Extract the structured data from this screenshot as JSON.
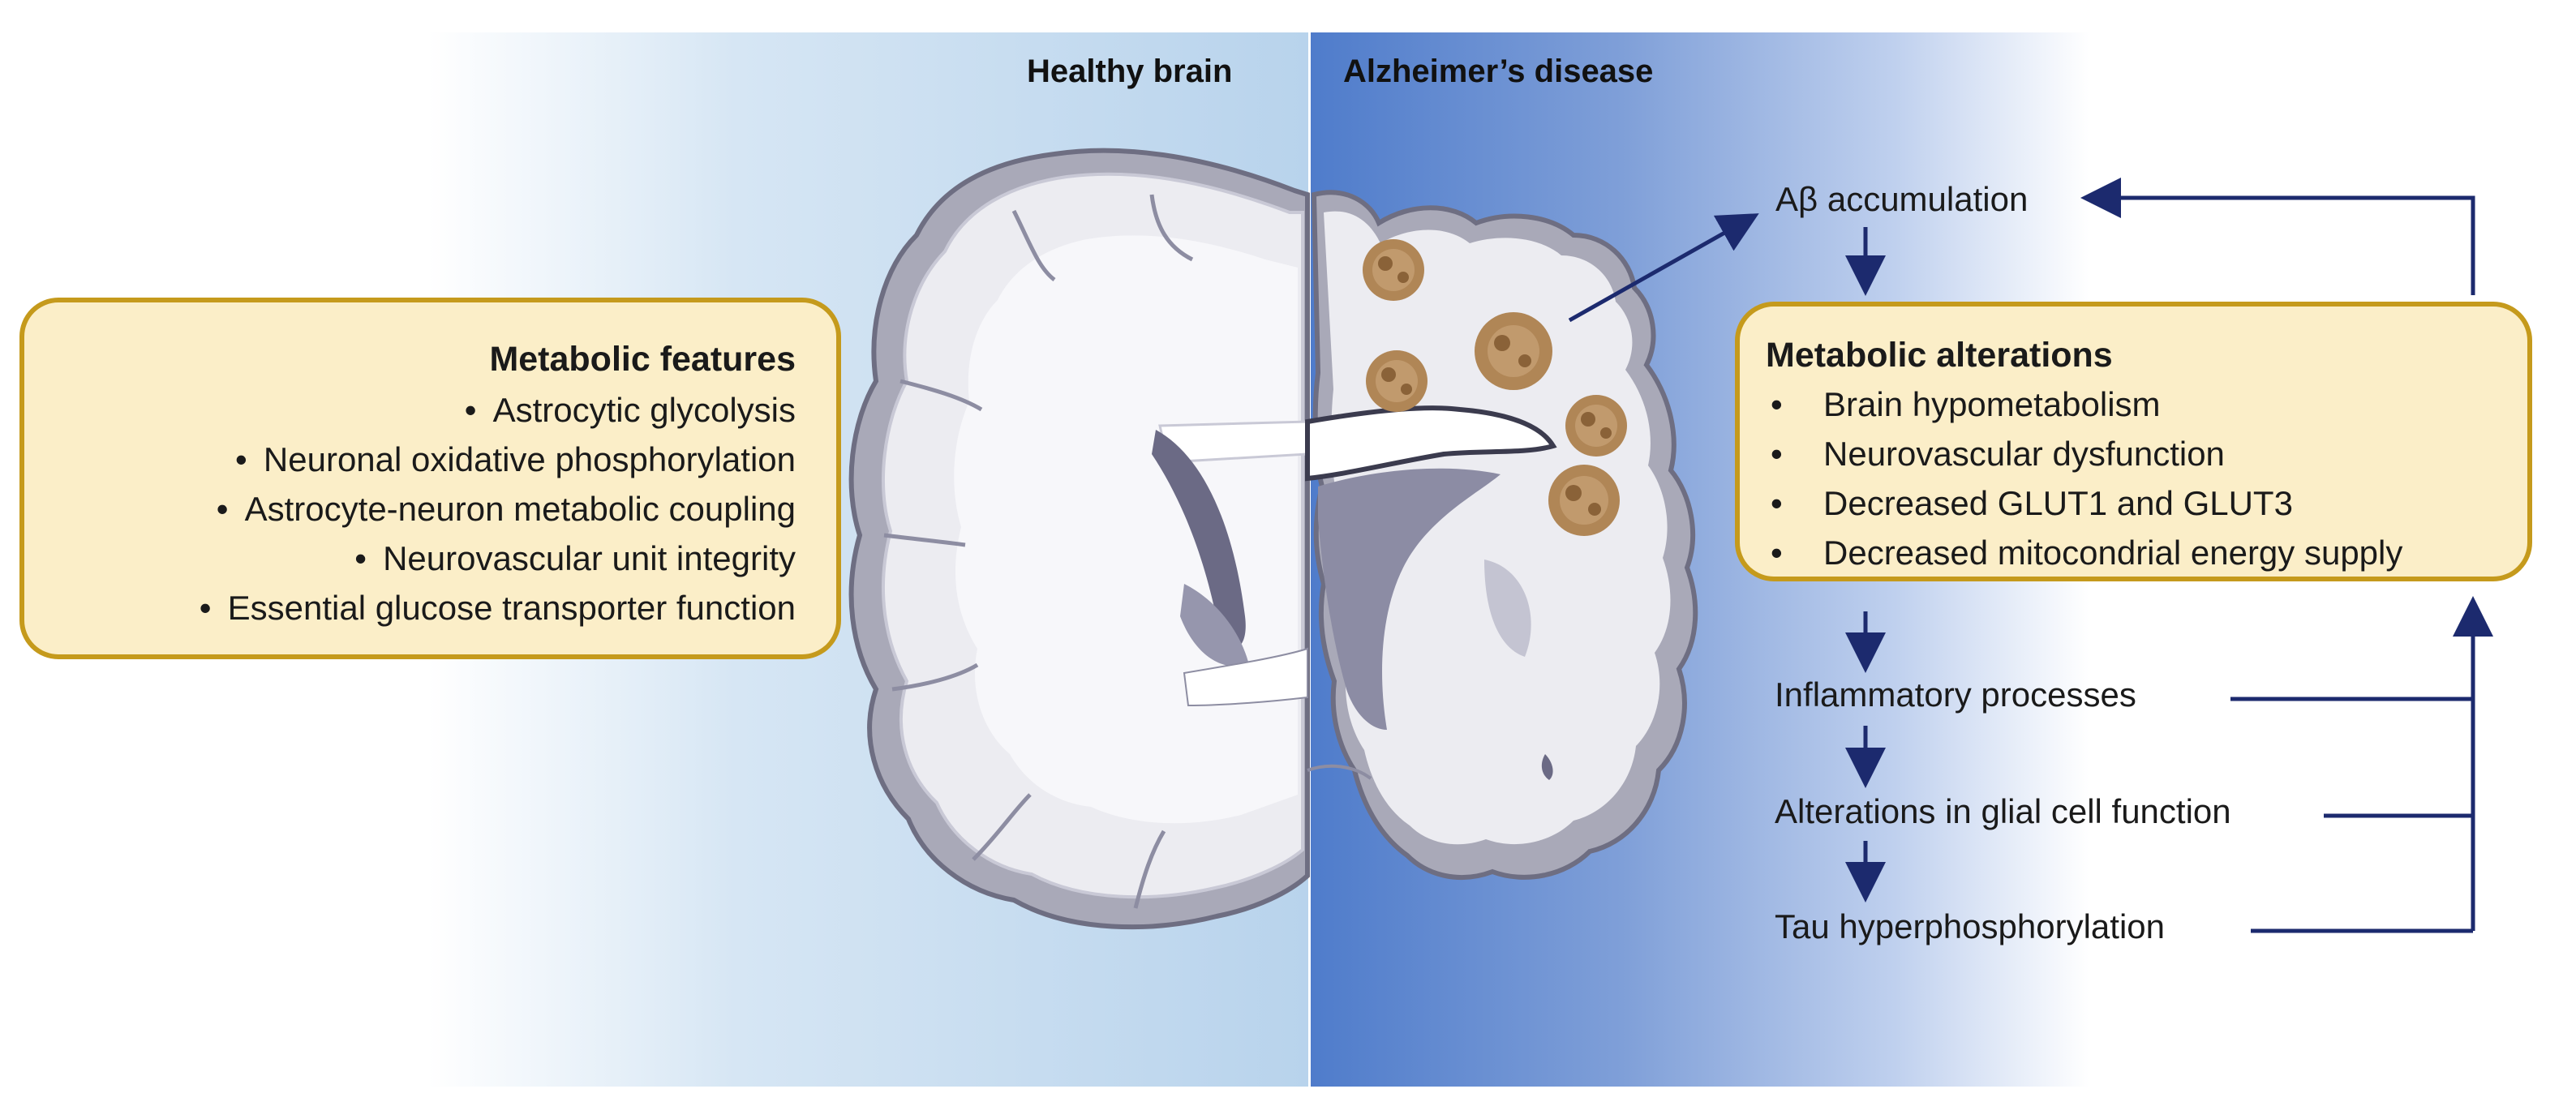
{
  "headings": {
    "healthy": "Healthy brain",
    "alzheimers": "Alzheimer’s disease"
  },
  "left_box": {
    "title": "Metabolic features",
    "items": [
      "Astrocytic glycolysis",
      "Neuronal oxidative phosphorylation",
      "Astrocyte-neuron metabolic coupling",
      "Neurovascular unit integrity",
      "Essential glucose transporter function"
    ]
  },
  "right_box": {
    "title": "Metabolic alterations",
    "items": [
      "Brain hypometabolism",
      "Neurovascular dysfunction",
      "Decreased GLUT1 and GLUT3",
      "Decreased mitocondrial energy supply"
    ]
  },
  "flow": {
    "abeta": "Aβ accumulation",
    "inflammatory": "Inflammatory processes",
    "glial": "Alterations in glial cell function",
    "tau": "Tau hyperphosphorylation"
  },
  "bullet": "•",
  "colors": {
    "box_fill": "#fbeec8",
    "box_border": "#c59a1c",
    "arrow": "#1c2a6e",
    "healthy_bg": "#b8d3ec",
    "disease_bg": "#4f7ccb",
    "plaque": "#b08656"
  }
}
